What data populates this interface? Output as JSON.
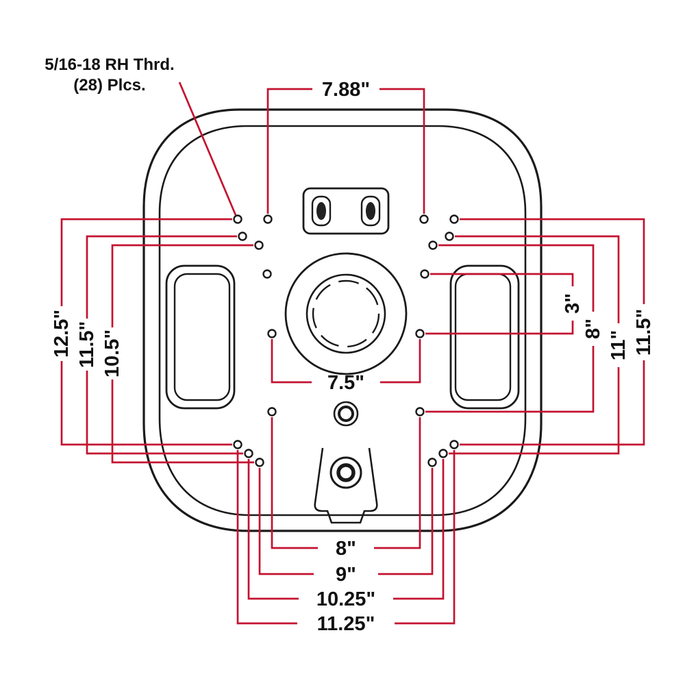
{
  "diagram": {
    "title": "seat-pan-bottom-view-dimension-drawing",
    "note": {
      "line1": "5/16-18 RH Thrd.",
      "line2": "(28) Plcs."
    },
    "dimensions": {
      "top": "7.88\"",
      "left": [
        "12.5\"",
        "11.5\"",
        "10.5\""
      ],
      "right": [
        "3\"",
        "8\"",
        "11\"",
        "11.5\""
      ],
      "middle": "7.5\"",
      "bottom": [
        "8\"",
        "9\"",
        "10.25\"",
        "11.25\""
      ]
    },
    "colors": {
      "dimension_red": "#c41230",
      "outline_black": "#1a1a1a",
      "text_black": "#111111",
      "background": "#ffffff"
    }
  }
}
